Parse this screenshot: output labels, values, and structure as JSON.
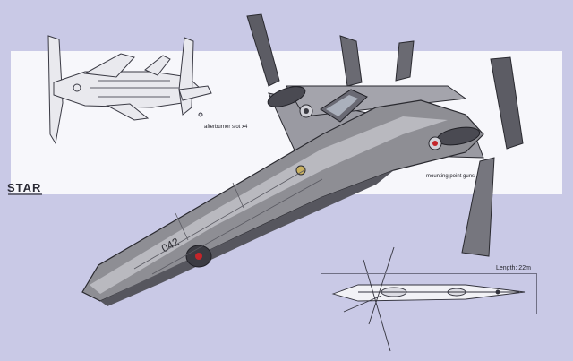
{
  "logo": {
    "text": "STAR"
  },
  "annotations": {
    "afterburner": "afterburner slot x4",
    "mounting": "mounting point guns",
    "length": "Length: 22m"
  },
  "hull_marking": "042",
  "colors": {
    "background": "#c9c9e6",
    "band": "#f7f7fb",
    "hull": "#8e8e94",
    "hull_light": "#b9b9bf",
    "hull_dark": "#3b3b42",
    "accent_red": "#c4252a"
  }
}
